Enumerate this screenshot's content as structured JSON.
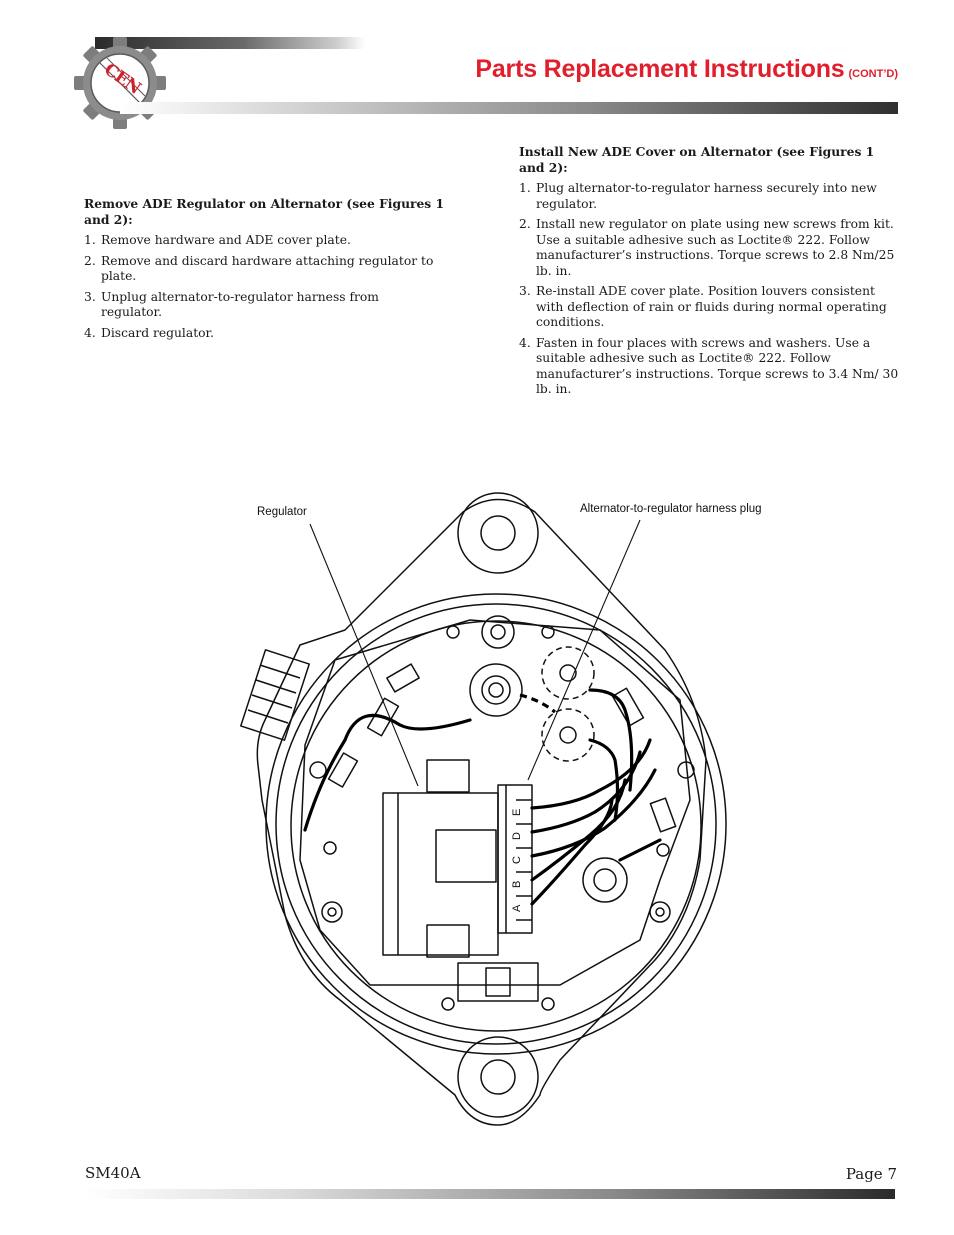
{
  "header": {
    "logo_text": "CEN",
    "title": "Parts Replacement Instructions",
    "title_suffix": "(CONT’D)"
  },
  "colors": {
    "title_red": "#e01e2c",
    "logo_red": "#d41f2b"
  },
  "left_section": {
    "heading": "Remove ADE Regulator on Alternator (see Figures 1 and 2):",
    "steps": [
      {
        "num": "1.",
        "text": "Remove hardware and ADE cover plate."
      },
      {
        "num": "2.",
        "text": "Remove and discard hardware attaching regulator to plate."
      },
      {
        "num": "3.",
        "text": "Unplug alternator-to-regulator harness from regulator."
      },
      {
        "num": "4.",
        "text": "Discard regulator."
      }
    ]
  },
  "right_section": {
    "heading": "Install New ADE Cover on Alternator (see Figures 1 and 2):",
    "steps": [
      {
        "num": "1.",
        "text": "Plug alternator-to-regulator harness securely into new regulator."
      },
      {
        "num": "2.",
        "text": "Install new regulator on plate using new screws from kit. Use a suitable adhesive such as Loctite® 222. Follow manufacturer’s instructions. Torque screws to 2.8 Nm/25 lb. in."
      },
      {
        "num": "3.",
        "text": "Re-install ADE cover plate. Position louvers consistent with deflection of rain or fluids during normal operating conditions."
      },
      {
        "num": "4.",
        "text": "Fasten in four places with screws and washers. Use a suitable adhesive such as Loctite® 222. Follow manufacturer’s instructions. Torque screws to 3.4 Nm/ 30 lb. in."
      }
    ]
  },
  "diagram": {
    "callout_regulator": "Regulator",
    "callout_harness": "Alternator-to-regulator harness plug",
    "pin_labels": [
      "A",
      "B",
      "C",
      "D",
      "E"
    ]
  },
  "footer": {
    "doc_id": "SM40A",
    "page": "Page 7"
  }
}
